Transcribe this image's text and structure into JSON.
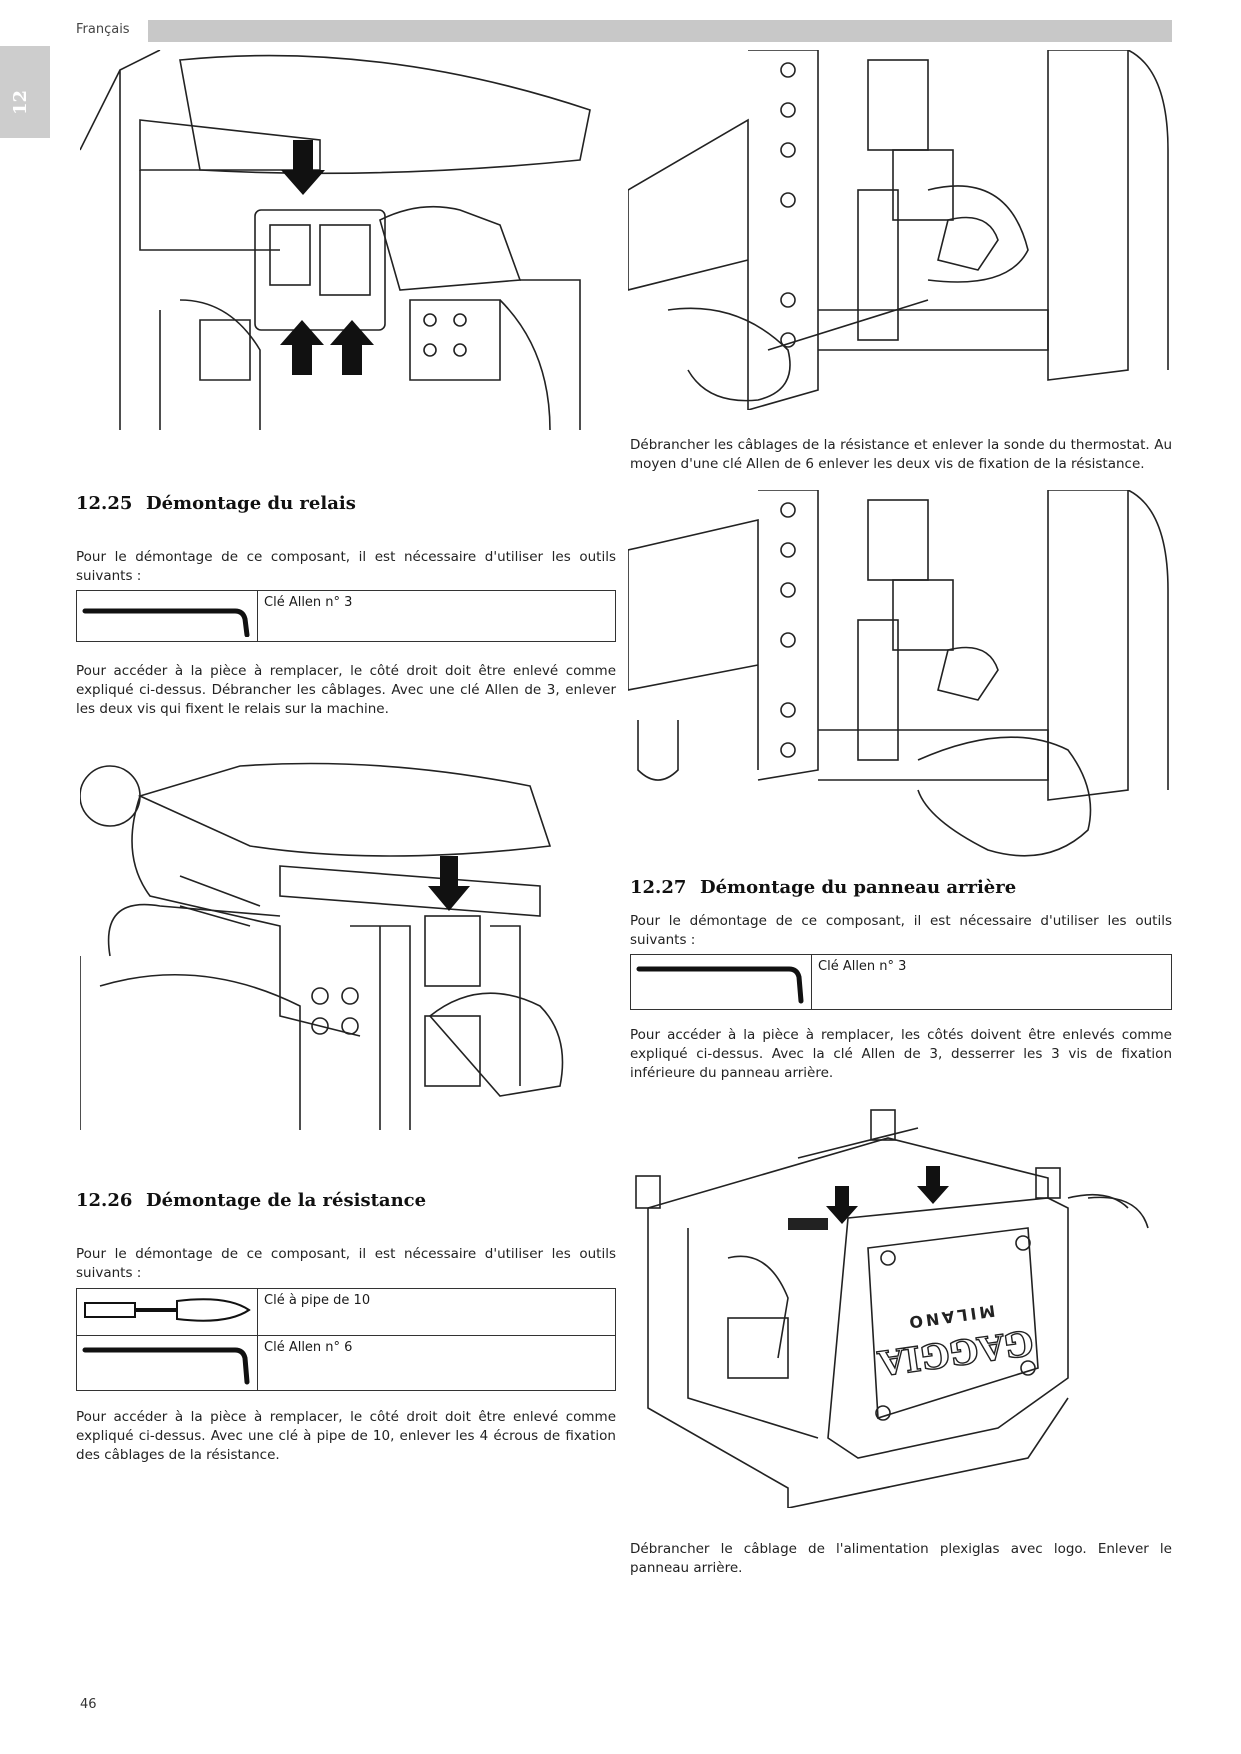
{
  "header": {
    "language": "Français",
    "tab_number": "12"
  },
  "sections": {
    "s1225": {
      "number": "12.25",
      "title": "Démontage du relais",
      "intro": "Pour le démontage de ce composant, il est nécessaire d'utiliser les outils suivants :",
      "tools": [
        "Clé Allen n° 3"
      ],
      "text": "Pour accéder à la pièce à remplacer, le côté droit doit être enlevé comme expliqué ci-dessus. Débrancher les câblages. Avec une clé Allen de 3, enlever les deux vis qui fixent le relais sur la machine."
    },
    "s1226": {
      "number": "12.26",
      "title": "Démontage de la résistance",
      "intro": "Pour le démontage de ce composant, il est nécessaire d'utiliser les outils suivants :",
      "tools": [
        "Clé à pipe de 10",
        "Clé Allen n° 6"
      ],
      "text": "Pour accéder à la pièce à remplacer, le côté droit doit être enlevé comme expliqué ci-dessus. Avec une clé à pipe de 10, enlever les 4 écrous de fixation des câblages de la résistance."
    },
    "s1227": {
      "number": "12.27",
      "title": "Démontage du panneau arrière",
      "intro": "Pour le démontage de ce composant, il est nécessaire d'utiliser les outils suivants :",
      "tools": [
        "Clé Allen n° 3"
      ],
      "text": "Pour accéder à la pièce à remplacer, les côtés doivent être enlevés comme expliqué ci-dessus. Avec la clé Allen de 3, desserrer les 3 vis de fixation inférieure du panneau arrière."
    }
  },
  "captions": {
    "resistance": "Débrancher les câblages de la résistance et enlever la sonde du thermostat. Au moyen d'une clé Allen de 6 enlever les deux vis de fixation de la résistance.",
    "panel": "Débrancher le câblage de l'alimentation plexiglas avec logo. Enlever le panneau arrière."
  },
  "logo_text": {
    "brand": "GAGGIA",
    "city": "MILANO"
  },
  "footer": {
    "page_number": "46"
  }
}
